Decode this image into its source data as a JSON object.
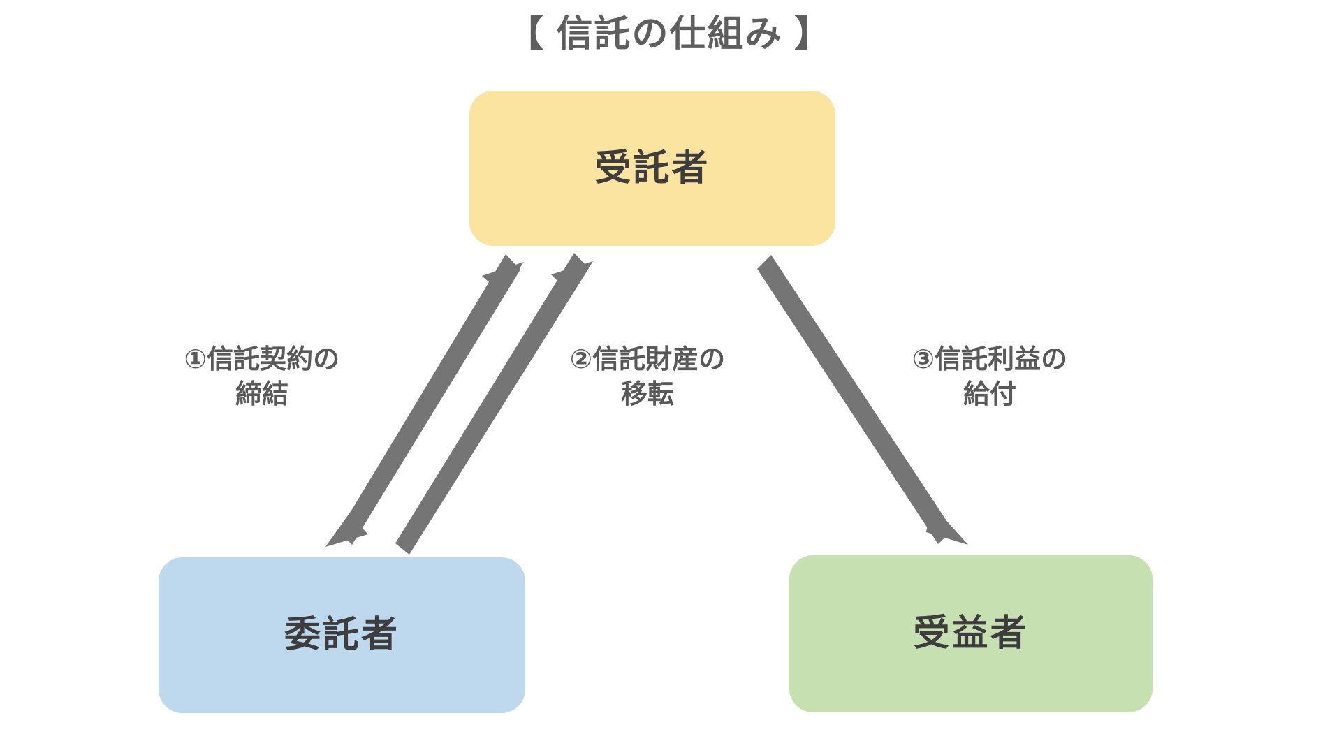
{
  "title": "【 信託の仕組み 】",
  "colors": {
    "background": "#ffffff",
    "title_text": "#5e5e5e",
    "node_text": "#3d3d3d",
    "arrow": "#757575",
    "label_text": "#595959",
    "trustee_fill": "#fbe3a0",
    "settlor_fill": "#bed8ee",
    "beneficiary_fill": "#c7e0b2"
  },
  "nodes": {
    "trustee": {
      "label": "受託者"
    },
    "settlor": {
      "label": "委託者"
    },
    "beneficiary": {
      "label": "受益者"
    }
  },
  "arrows": {
    "one": {
      "label": "①信託契約の\n締結",
      "from": "委託者",
      "to": "受託者",
      "direction": "bidirectional"
    },
    "two": {
      "label": "②信託財産の\n移転",
      "from": "委託者",
      "to": "受託者",
      "direction": "forward"
    },
    "three": {
      "label": "③信託利益の\n給付",
      "from": "受託者",
      "to": "受益者",
      "direction": "forward"
    }
  }
}
